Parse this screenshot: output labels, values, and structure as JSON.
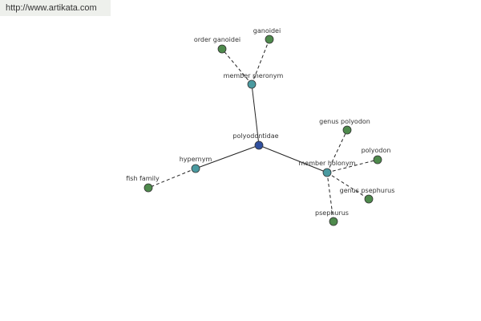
{
  "site": {
    "url": "http://www.artikata.com"
  },
  "colors": {
    "root": "#2f4f9e",
    "relation": "#4a9aa0",
    "leaf": "#4e8a4c",
    "edge": "#222222",
    "text": "#333333"
  },
  "graph": {
    "root": {
      "id": "root",
      "label": "polyodontidae",
      "kind": "root"
    },
    "nodes": [
      {
        "id": "member-meronym",
        "label": "member meronym",
        "kind": "relation",
        "parent": "root"
      },
      {
        "id": "order-ganoidei",
        "label": "order ganoidei",
        "kind": "leaf",
        "parent": "member-meronym"
      },
      {
        "id": "ganoidei",
        "label": "ganoidei",
        "kind": "leaf",
        "parent": "member-meronym"
      },
      {
        "id": "hypernym",
        "label": "hypernym",
        "kind": "relation",
        "parent": "root"
      },
      {
        "id": "fish-family",
        "label": "fish family",
        "kind": "leaf",
        "parent": "hypernym"
      },
      {
        "id": "member-holonym",
        "label": "member holonym",
        "kind": "relation",
        "parent": "root"
      },
      {
        "id": "genus-polyodon",
        "label": "genus polyodon",
        "kind": "leaf",
        "parent": "member-holonym"
      },
      {
        "id": "polyodon",
        "label": "polyodon",
        "kind": "leaf",
        "parent": "member-holonym"
      },
      {
        "id": "genus-psephurus",
        "label": "genus psephurus",
        "kind": "leaf",
        "parent": "member-holonym"
      },
      {
        "id": "psephurus",
        "label": "psephurus",
        "kind": "leaf",
        "parent": "member-holonym"
      }
    ]
  }
}
